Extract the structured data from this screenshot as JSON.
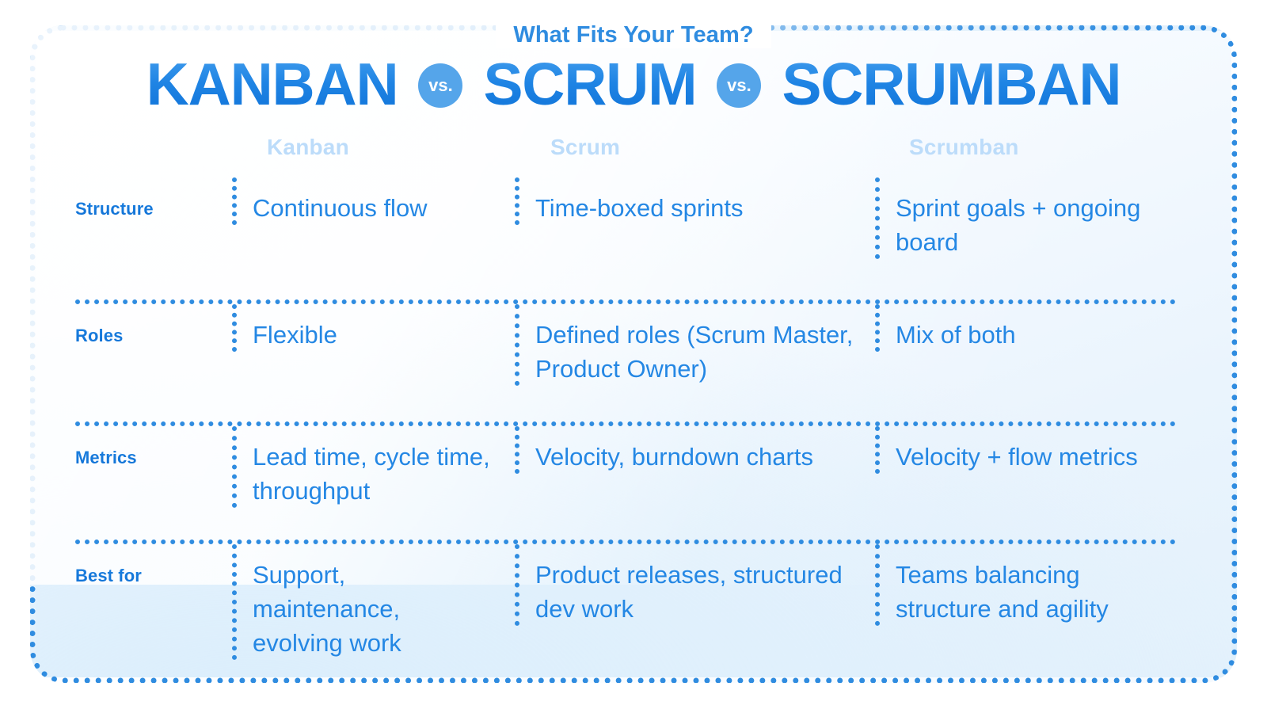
{
  "header": {
    "eyebrow": "What Fits Your Team?",
    "word_1": "KANBAN",
    "vs_1": "vs.",
    "word_2": "SCRUM",
    "vs_2": "vs.",
    "word_3": "SCRUMBAN"
  },
  "colors": {
    "brand_blue": "#2487e4",
    "headline_blue": "#1f84e4",
    "badge_blue": "#55a5ea",
    "column_head_blue": "#bcdcfa",
    "dot_blue": "#2f8ce0",
    "panel_bg": "#eaf4fd"
  },
  "table": {
    "columns": [
      "Kanban",
      "Scrum",
      "Scrumban"
    ],
    "rows": [
      {
        "label": "Structure",
        "kanban": "Continuous flow",
        "scrum": "Time-boxed sprints",
        "scrumban": "Sprint goals + ongoing board"
      },
      {
        "label": "Roles",
        "kanban": "Flexible",
        "scrum": "Defined roles (Scrum Master, Product Owner)",
        "scrumban": "Mix of both"
      },
      {
        "label": "Metrics",
        "kanban": "Lead time, cycle time, throughput",
        "scrum": "Velocity, burndown charts",
        "scrumban": "Velocity + flow metrics"
      },
      {
        "label": "Best for",
        "kanban": "Support, maintenance, evolving work",
        "scrum": "Product releases, structured dev work",
        "scrumban": "Teams balancing structure and agility"
      }
    ]
  }
}
